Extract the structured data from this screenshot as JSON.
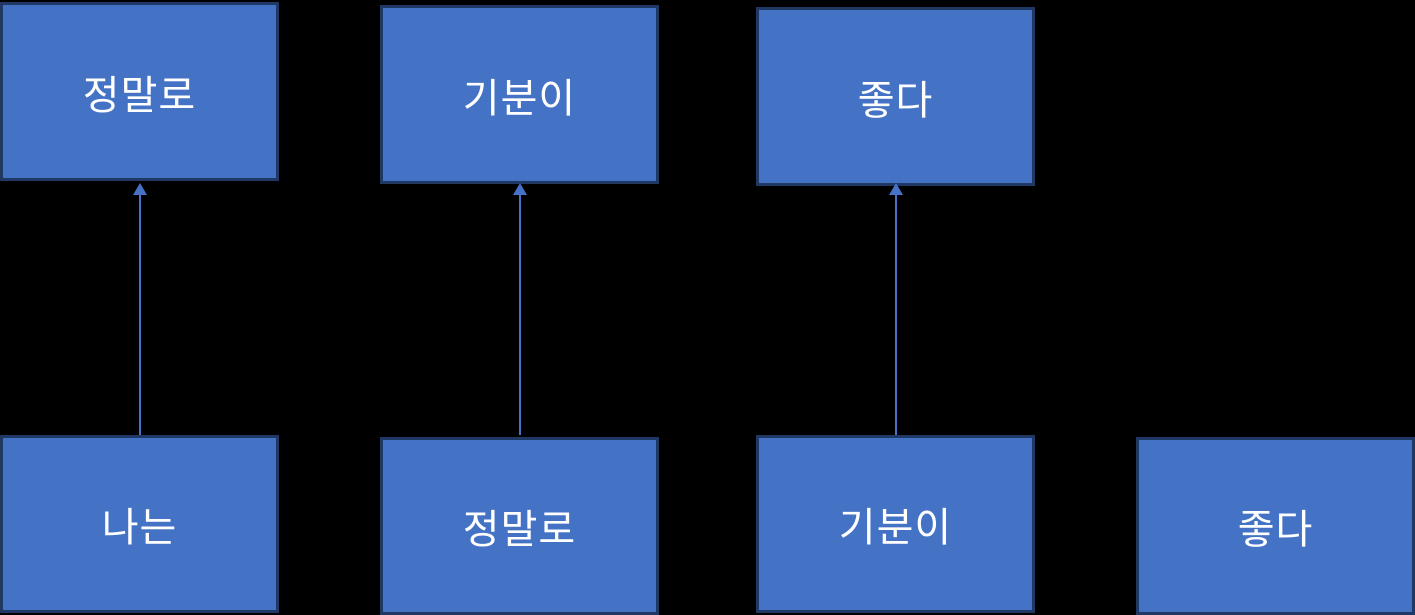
{
  "colors": {
    "background": "#000000",
    "box_fill": "#4472C4",
    "box_border": "#1F3864",
    "arrow": "#4673C8",
    "text": "#FFFFFF"
  },
  "top_row": [
    {
      "label": "정말로"
    },
    {
      "label": "기분이"
    },
    {
      "label": "좋다"
    }
  ],
  "bottom_row": [
    {
      "label": "나는"
    },
    {
      "label": "정말로"
    },
    {
      "label": "기분이"
    },
    {
      "label": "좋다"
    }
  ],
  "arrows": [
    {
      "from": "나는",
      "to": "정말로"
    },
    {
      "from": "정말로",
      "to": "기분이"
    },
    {
      "from": "기분이",
      "to": "좋다"
    }
  ]
}
